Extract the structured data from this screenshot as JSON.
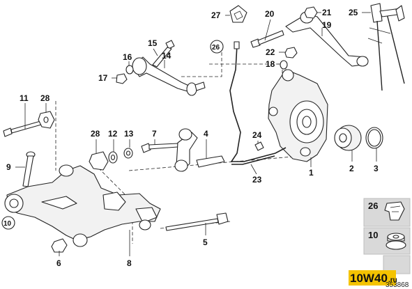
{
  "diagram": {
    "callouts": {
      "c1": "1",
      "c2": "2",
      "c3": "3",
      "c4": "4",
      "c5": "5",
      "c6": "6",
      "c7": "7",
      "c8": "8",
      "c9": "9",
      "c10": "10",
      "c11": "11",
      "c12": "12",
      "c13": "13",
      "c14": "14",
      "c15": "15",
      "c16": "16",
      "c17": "17",
      "c18": "18",
      "c19": "19",
      "c20": "20",
      "c21": "21",
      "c22": "22",
      "c23": "23",
      "c24": "24",
      "c25": "25",
      "c26": "26",
      "c27": "27",
      "c28a": "28",
      "c28b": "28"
    },
    "legend": {
      "item_a": "26",
      "item_b": "10"
    },
    "drawing_number": "353868",
    "watermark": {
      "brand_left": "10W",
      "brand_right": "40",
      "brand_tld": ".ru"
    }
  }
}
